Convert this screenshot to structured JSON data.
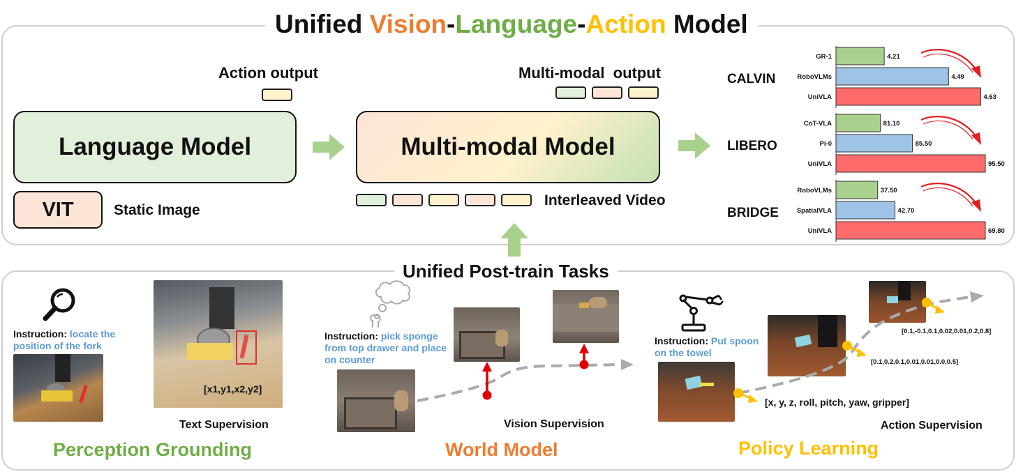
{
  "top": {
    "title_parts": [
      {
        "text": "Unified ",
        "color": "#111111"
      },
      {
        "text": "Vision",
        "color": "#ed7d31"
      },
      {
        "text": "-",
        "color": "#111111"
      },
      {
        "text": "Language",
        "color": "#70ad47"
      },
      {
        "text": "-",
        "color": "#111111"
      },
      {
        "text": "Action",
        "color": "#ffc000"
      },
      {
        "text": " Model",
        "color": "#111111"
      }
    ],
    "action_output": "Action output",
    "multimodal_output": "Multi-modal  output",
    "language_model": "Language Model",
    "multimodal_model": "Multi-modal Model",
    "vit": "VIT",
    "static_image": "Static Image",
    "interleaved_video": "Interleaved Video"
  },
  "bottom": {
    "title": "Unified Post-train Tasks",
    "perception": {
      "instruction_label": "Instruction:",
      "instruction_text": "locate the position of the fork",
      "bbox_label": "[x1,y1,x2,y2]",
      "supervision": "Text Supervision",
      "title": "Perception Grounding",
      "title_color": "#70ad47",
      "icon": "magnifier-icon"
    },
    "world": {
      "instruction_label": "Instruction:",
      "instruction_text": "pick sponge from top drawer and place on counter",
      "supervision": "Vision Supervision",
      "title": "World Model",
      "title_color": "#ed7d31",
      "icon": "thought-cloud-icon"
    },
    "policy": {
      "instruction_label": "Instruction:",
      "instruction_text": "Put spoon on the towel",
      "vec1": "[0.1,-0.1,0.1,0.02,0.01,0.2,0.8]",
      "vec2": "[0.1,0.2,0.1,0.01,0.01,0.0,0.5]",
      "vec3": "[x, y, z, roll, pitch, yaw, gripper]",
      "supervision": "Action Supervision",
      "title": "Policy Learning",
      "title_color": "#ffc000",
      "icon": "robot-arm-icon"
    }
  },
  "chart_data": [
    {
      "type": "bar",
      "title": "CALVIN",
      "categories": [
        "GR-1",
        "RoboVLMs",
        "UniVLA"
      ],
      "values": [
        4.21,
        4.49,
        4.63
      ],
      "labels": [
        "4.21",
        "4.49",
        "4.63"
      ],
      "colors": [
        "#a9d18e",
        "#9dc3e6",
        "#ff6b6b"
      ],
      "xlim": [
        4.0,
        4.65
      ]
    },
    {
      "type": "bar",
      "title": "LIBERO",
      "categories": [
        "CoT-VLA",
        "Pi-0",
        "UniVLA"
      ],
      "values": [
        81.1,
        85.5,
        95.5
      ],
      "labels": [
        "81.10",
        "85.50",
        "95.50"
      ],
      "colors": [
        "#a9d18e",
        "#9dc3e6",
        "#ff6b6b"
      ],
      "xlim": [
        75,
        95.5
      ]
    },
    {
      "type": "bar",
      "title": "BRIDGE",
      "categories": [
        "RoboVLMs",
        "SpatialVLA",
        "UniVLA"
      ],
      "values": [
        37.5,
        42.7,
        69.8
      ],
      "labels": [
        "37.50",
        "42.70",
        "69.80"
      ],
      "colors": [
        "#a9d18e",
        "#9dc3e6",
        "#ff6b6b"
      ],
      "xlim": [
        25,
        69.8
      ]
    }
  ]
}
